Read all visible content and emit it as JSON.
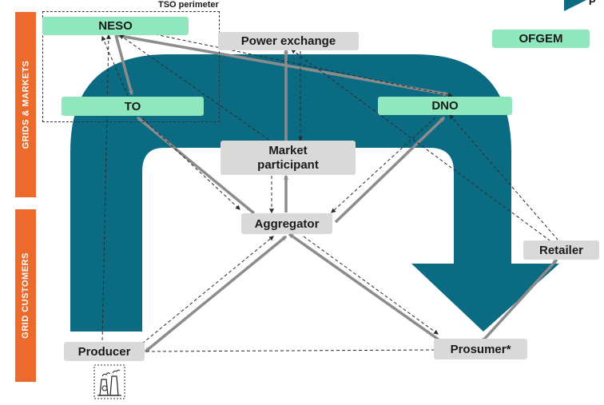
{
  "side_labels": {
    "grids_markets": "GRIDS & MARKETS",
    "grid_customers": "GRID CUSTOMERS"
  },
  "tso": {
    "label": "TSO perimeter"
  },
  "corner": {
    "text": "P"
  },
  "nodes": {
    "neso": "NESO",
    "power_exchange": "Power exchange",
    "ofgem": "OFGEM",
    "to": "TO",
    "dno": "DNO",
    "market_participant": "Market participant",
    "aggregator": "Aggregator",
    "retailer": "Retailer",
    "producer": "Producer",
    "prosumer": "Prosumer*"
  },
  "colors": {
    "flow_arrow": "#0b6b82",
    "solid_link": "#8c8c8c",
    "dashed_link": "#2b2b2b",
    "side_label": "#ec6a2b",
    "grid_node": "#8fe8bd",
    "actor_node": "#d9d9d9"
  },
  "icons": {
    "producer": "power-plant-icon"
  }
}
